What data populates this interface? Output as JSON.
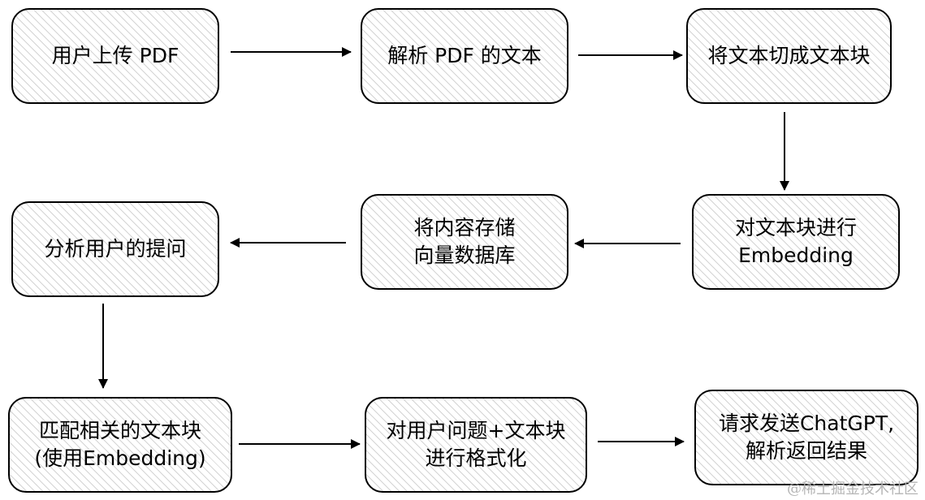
{
  "nodes": {
    "upload_pdf": "用户上传 PDF",
    "parse_pdf": "解析 PDF 的文本",
    "split_text": "将文本切成文本块",
    "embed_chunks": "对文本块进行\nEmbedding",
    "store_vectors": "将内容存储\n向量数据库",
    "analyze_question": "分析用户的提问",
    "match_chunks": "匹配相关的文本块\n(使用Embedding)",
    "format_prompt": "对用户问题+文本块\n进行格式化",
    "send_chatgpt": "请求发送ChatGPT,\n解析返回结果"
  },
  "watermark": "@稀土掘金技术社区",
  "colors": {
    "stroke": "#000000",
    "hatch": "#d4d4d4",
    "watermark": "#b5b5b5"
  }
}
